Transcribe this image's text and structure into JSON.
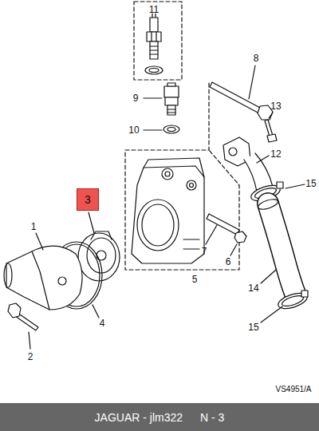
{
  "diagram": {
    "nodes": [
      {
        "text": [
          "3"
        ]
      },
      {
        "text": [
          "JAGUAR - jlm322",
          "N - 3"
        ]
      }
    ],
    "labels": [
      "1",
      "2",
      "4",
      "5",
      "6",
      "7",
      "8",
      "9",
      "10",
      "11",
      "12",
      "13",
      "14",
      "15",
      "15",
      "VS4951/A"
    ]
  }
}
